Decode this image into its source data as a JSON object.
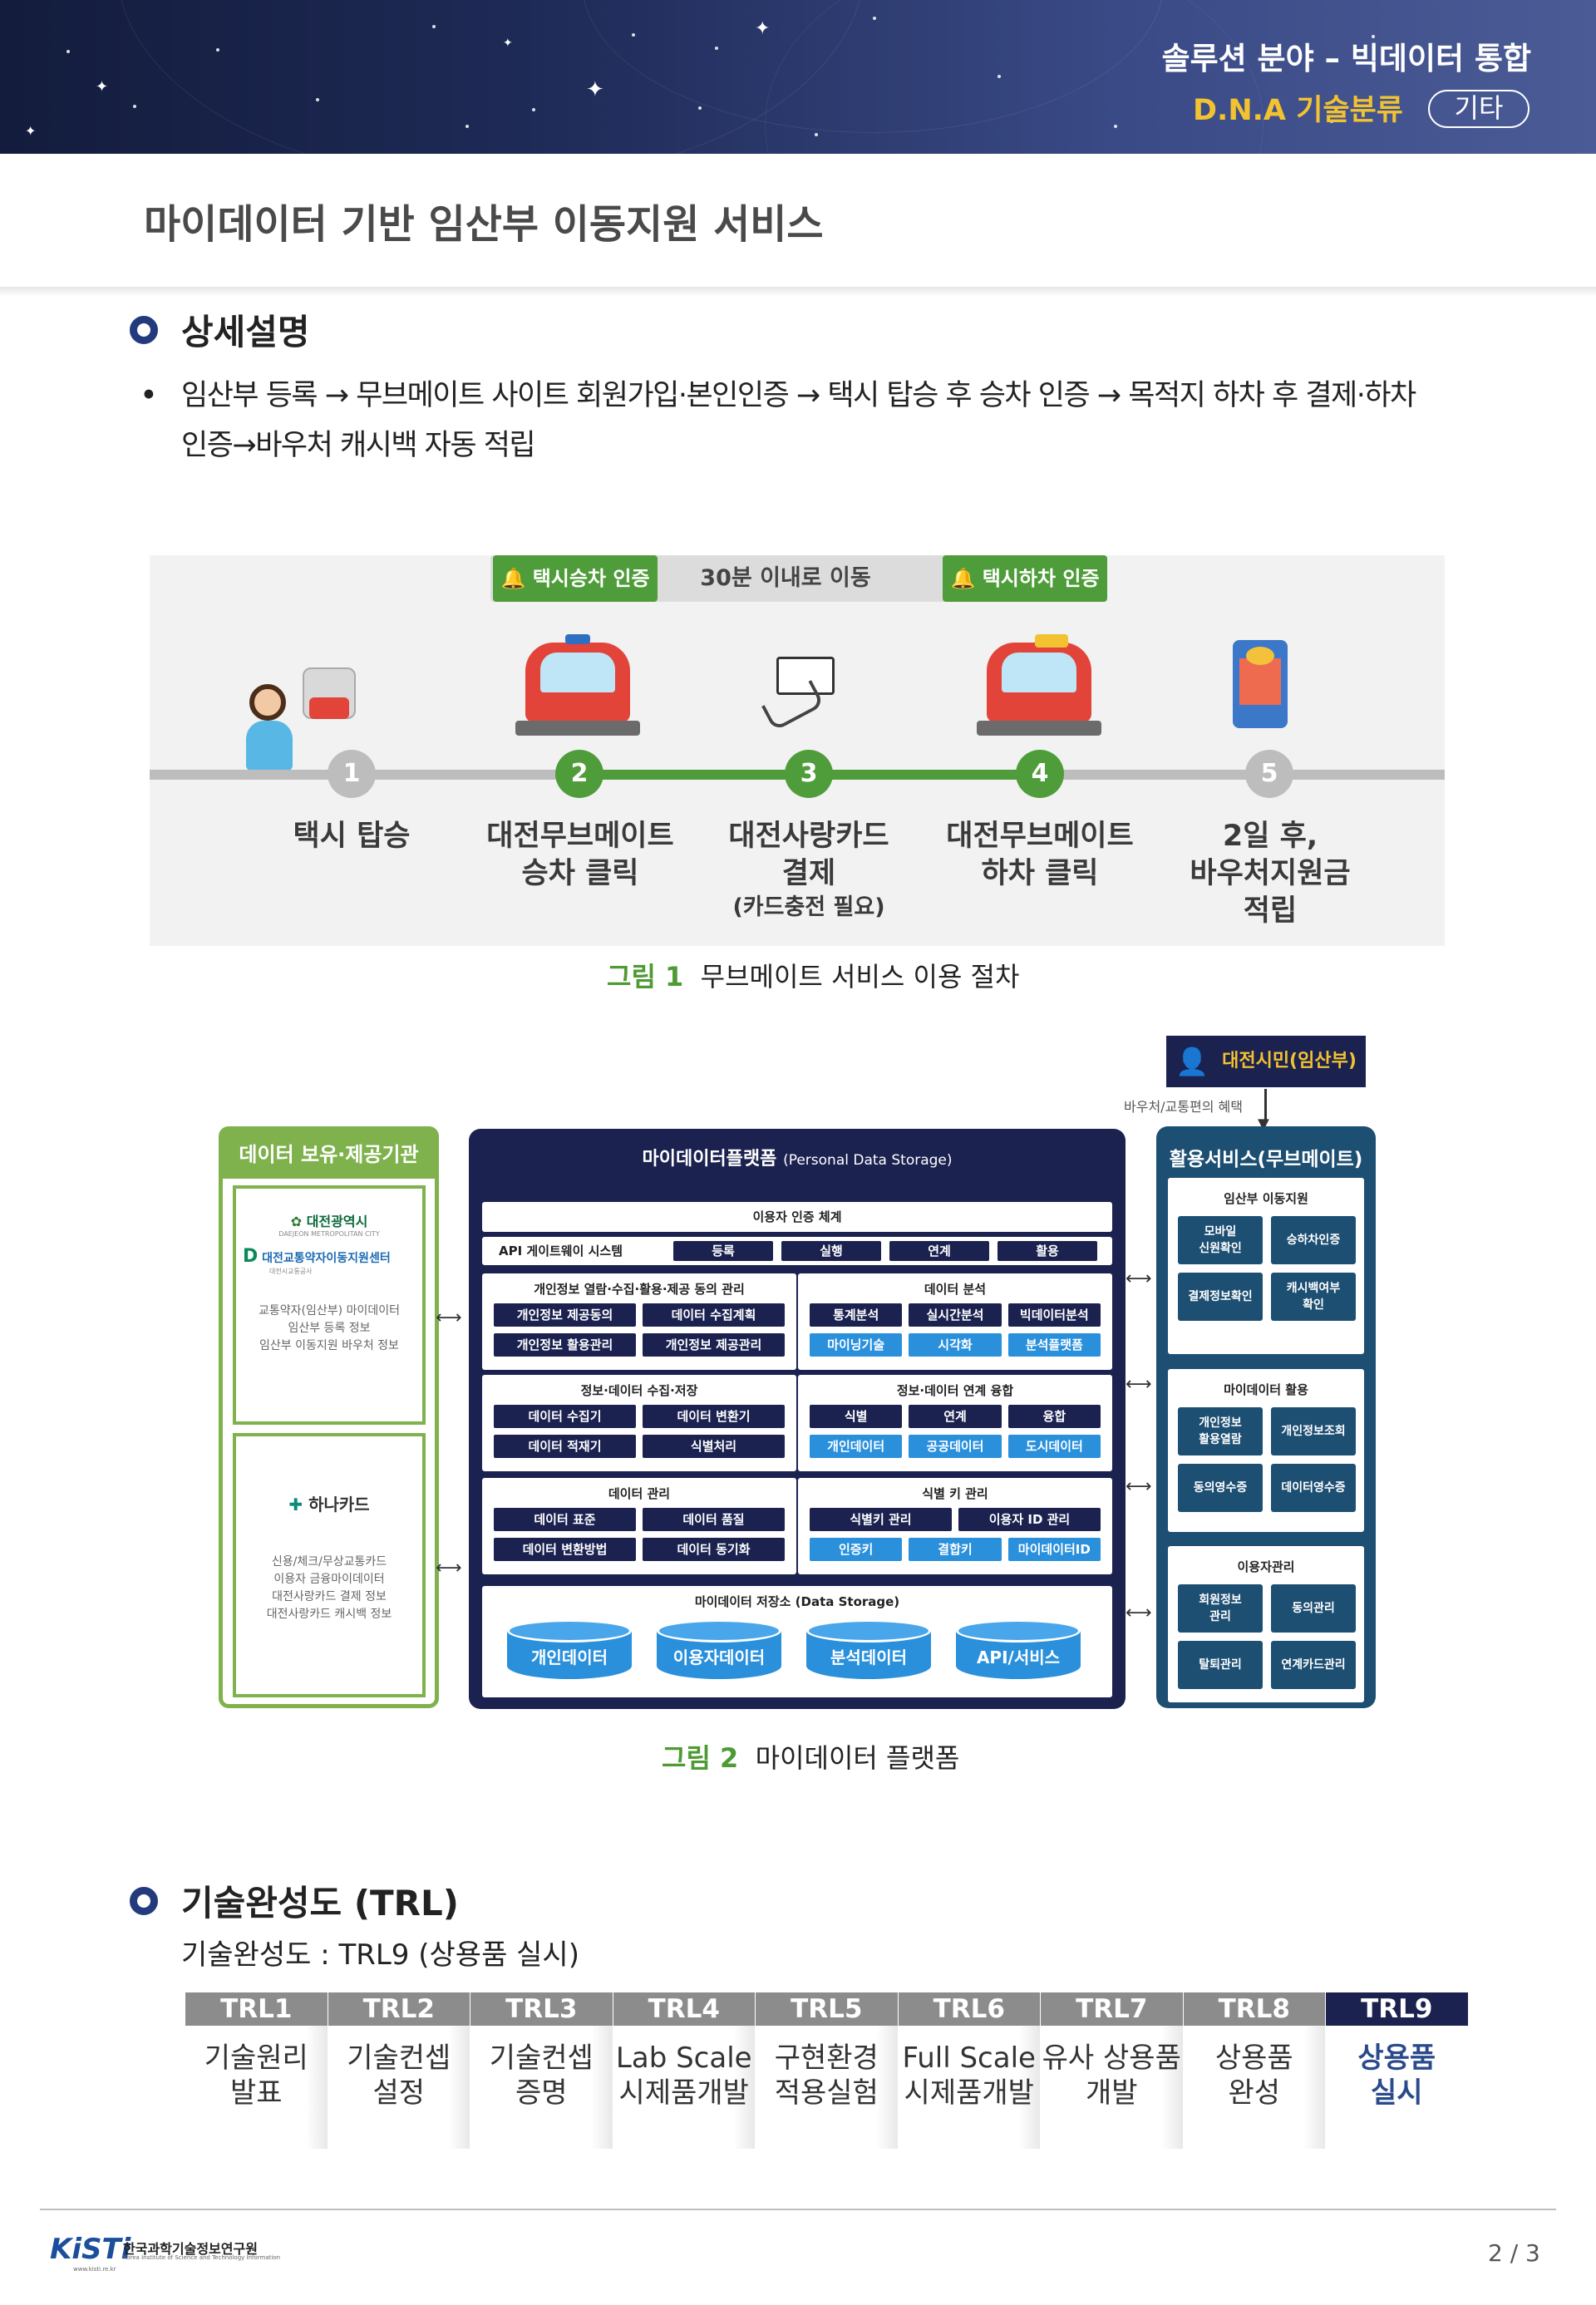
{
  "header": {
    "category": "솔루션 분야 – 빅데이터 통합",
    "dna_label": "D.N.A 기술분류",
    "dna_value": "기타"
  },
  "page_title": "마이데이터 기반 임산부 이동지원 서비스",
  "detail": {
    "heading": "상세설명",
    "bullet_line1": "임산부 등록 → 무브메이트 사이트 회원가입·본인인증 → 택시 탑승 후 승차 인증 → 목적지 하차 후 결제·하차",
    "bullet_line2": "인증→바우처 캐시백 자동 적립"
  },
  "figure1": {
    "top_labels": [
      "택시승차 인증",
      "30분 이내로 이동",
      "택시하차 인증"
    ],
    "steps": [
      {
        "num": "1",
        "line1": "택시 탑승",
        "line2": "",
        "line3": ""
      },
      {
        "num": "2",
        "line1": "대전무브메이트",
        "line2": "승차 클릭",
        "line3": ""
      },
      {
        "num": "3",
        "line1": "대전사랑카드",
        "line2": "결제",
        "line3": "(카드충전 필요)"
      },
      {
        "num": "4",
        "line1": "대전무브메이트",
        "line2": "하차 클릭",
        "line3": ""
      },
      {
        "num": "5",
        "line1": "2일 후,",
        "line2": "바우처지원금",
        "line3": "적립"
      }
    ],
    "caption_num": "그림 1",
    "caption_text": "무브메이트 서비스 이용 절차",
    "colors": {
      "green": "#4f9d3a",
      "gray": "#bdbdbd"
    }
  },
  "figure2": {
    "citizen": "대전시민(임산부)",
    "citizen_note": "바우처/교통편의 혜택",
    "left": {
      "title": "데이터 보유·제공기관",
      "org1_name": "대전광역시",
      "org1_sub": "DAEJEON METROPOLITAN CITY",
      "org2_name": "대전교통약자이동지원센터",
      "org2_sub": "대전시교통공사",
      "org_desc": [
        "교통약자(임산부) 마이데이터",
        "임산부 등록 정보",
        "임산부 이동지원 바우처 정보"
      ],
      "bank_name": "하나카드",
      "bank_desc": [
        "신용/체크/무상교통카드",
        "이용자 금융마이데이터",
        "대전사랑카드 결제 정보",
        "대전사랑카드 캐시백 정보"
      ]
    },
    "center": {
      "title": "마이데이터플랫폼",
      "title_sub": "(Personal Data Storage)",
      "auth": "이용자 인증 체계",
      "api": "API 게이트웨이 시스템",
      "api_items": [
        "등록",
        "실행",
        "연계",
        "활용"
      ],
      "mods": [
        {
          "title": "개인정보 열람·수집·활용·제공 동의 관리",
          "row1": [
            "개인정보 제공동의",
            "데이터 수집계획"
          ],
          "row2": [
            "개인정보 활용관리",
            "개인정보 제공관리"
          ]
        },
        {
          "title": "데이터 분석",
          "row1": [
            "통계분석",
            "실시간분석",
            "빅데이터분석"
          ],
          "row2": [
            "마이닝기술",
            "시각화",
            "분석플랫폼"
          ]
        },
        {
          "title": "정보·데이터 수집·저장",
          "row1": [
            "데이터 수집기",
            "데이터 변환기"
          ],
          "row2": [
            "데이터 적재기",
            "식별처리"
          ]
        },
        {
          "title": "정보·데이터 연계 융합",
          "row1": [
            "식별",
            "연계",
            "융합"
          ],
          "row2": [
            "개인데이터",
            "공공데이터",
            "도시데이터"
          ]
        },
        {
          "title": "데이터 관리",
          "row1": [
            "데이터 표준",
            "데이터 품질"
          ],
          "row2": [
            "데이터 변환방법",
            "데이터 동기화"
          ]
        },
        {
          "title": "식별 키 관리",
          "row1": [
            "식별키 관리",
            "이용자 ID 관리"
          ],
          "row2": [
            "인증키",
            "결합키",
            "마이데이터ID"
          ]
        }
      ],
      "storage_title": "마이데이터 저장소 (Data Storage)",
      "storage": [
        "개인데이터",
        "이용자데이터",
        "분석데이터",
        "API/서비스"
      ]
    },
    "right": {
      "title": "활용서비스(무브메이트)",
      "groups": [
        {
          "title": "임산부 이동지원",
          "items": [
            "모바일\n신원확인",
            "승하차인증",
            "결제정보확인",
            "캐시백여부\n확인"
          ]
        },
        {
          "title": "마이데이터 활용",
          "items": [
            "개인정보\n활용열람",
            "개인정보조회",
            "동의영수증",
            "데이터영수증"
          ]
        },
        {
          "title": "이용자관리",
          "items": [
            "회원정보\n관리",
            "동의관리",
            "탈퇴관리",
            "연계카드관리"
          ]
        }
      ]
    },
    "caption_num": "그림 2",
    "caption_text": "마이데이터 플랫폼"
  },
  "trl": {
    "heading": "기술완성도 (TRL)",
    "summary": "기술완성도 : TRL9 (상용품 실시)",
    "levels": [
      {
        "code": "TRL1",
        "line1": "기술원리",
        "line2": "발표"
      },
      {
        "code": "TRL2",
        "line1": "기술컨셉",
        "line2": "설정"
      },
      {
        "code": "TRL3",
        "line1": "기술컨셉",
        "line2": "증명"
      },
      {
        "code": "TRL4",
        "line1": "Lab Scale",
        "line2": "시제품개발"
      },
      {
        "code": "TRL5",
        "line1": "구현환경",
        "line2": "적용실험"
      },
      {
        "code": "TRL6",
        "line1": "Full Scale",
        "line2": "시제품개발"
      },
      {
        "code": "TRL7",
        "line1": "유사 상용품",
        "line2": "개발"
      },
      {
        "code": "TRL8",
        "line1": "상용품",
        "line2": "완성"
      },
      {
        "code": "TRL9",
        "line1": "상용품",
        "line2": "실시"
      }
    ],
    "current": "TRL9",
    "colors": {
      "header": "#8c8c8c",
      "active": "#1b2250"
    }
  },
  "footer": {
    "logo_text": "KiSTi",
    "org_name": "한국과학기술정보연구원",
    "org_name_en": "Korea Institute of Science and Technology Information",
    "org_url": "www.kisti.re.kr",
    "page": "2 / 3"
  }
}
